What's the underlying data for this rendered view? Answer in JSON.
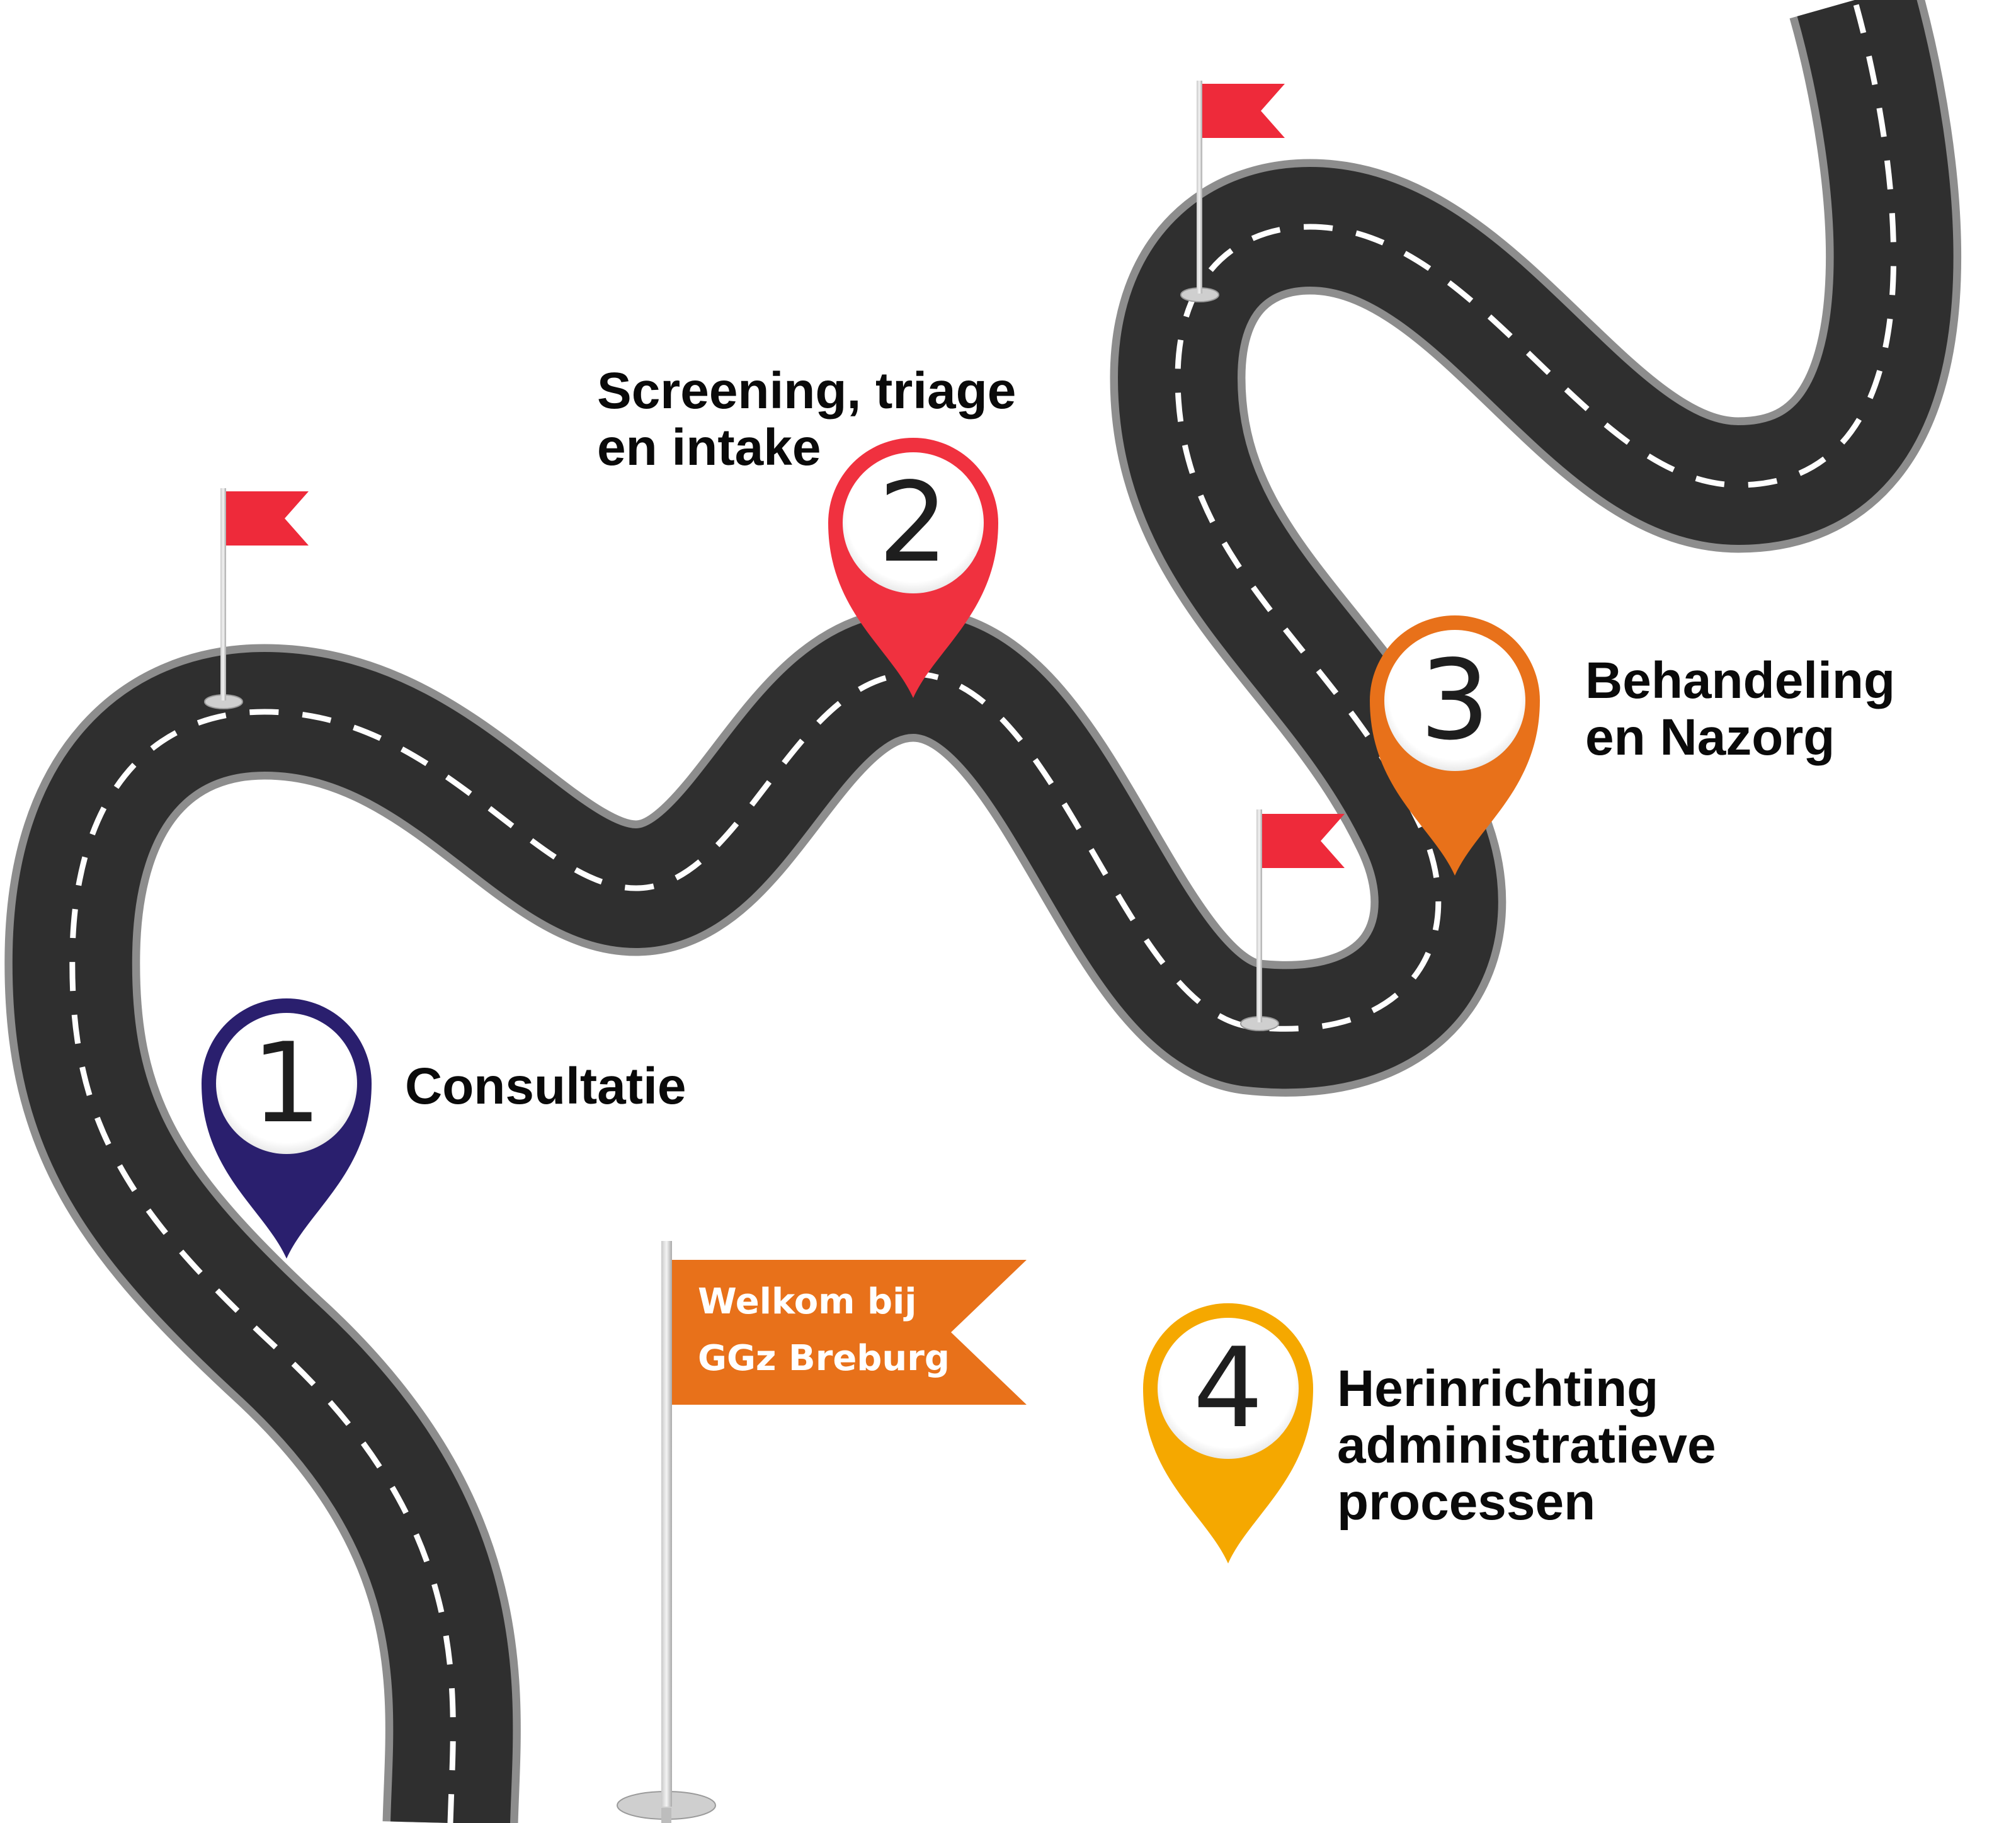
{
  "steps": [
    {
      "number": "1",
      "label_lines": [
        "Consultatie"
      ],
      "color": "#2a1f6e"
    },
    {
      "number": "2",
      "label_lines": [
        "Screening, triage",
        "en intake"
      ],
      "color": "#f0313f"
    },
    {
      "number": "3",
      "label_lines": [
        "Behandeling",
        "en Nazorg"
      ],
      "color": "#e8711a"
    },
    {
      "number": "4",
      "label_lines": [
        "Herinrichting",
        "administratieve",
        "processen"
      ],
      "color": "#f5a800"
    }
  ],
  "welcome_flag": {
    "lines": [
      "Welkom bij",
      "GGz Breburg"
    ],
    "color": "#e8711a"
  },
  "colors": {
    "road": "#2f2f2f",
    "road_edge": "#8d8d8d",
    "lane": "#ffffff",
    "flag": "#ee2a3a"
  }
}
